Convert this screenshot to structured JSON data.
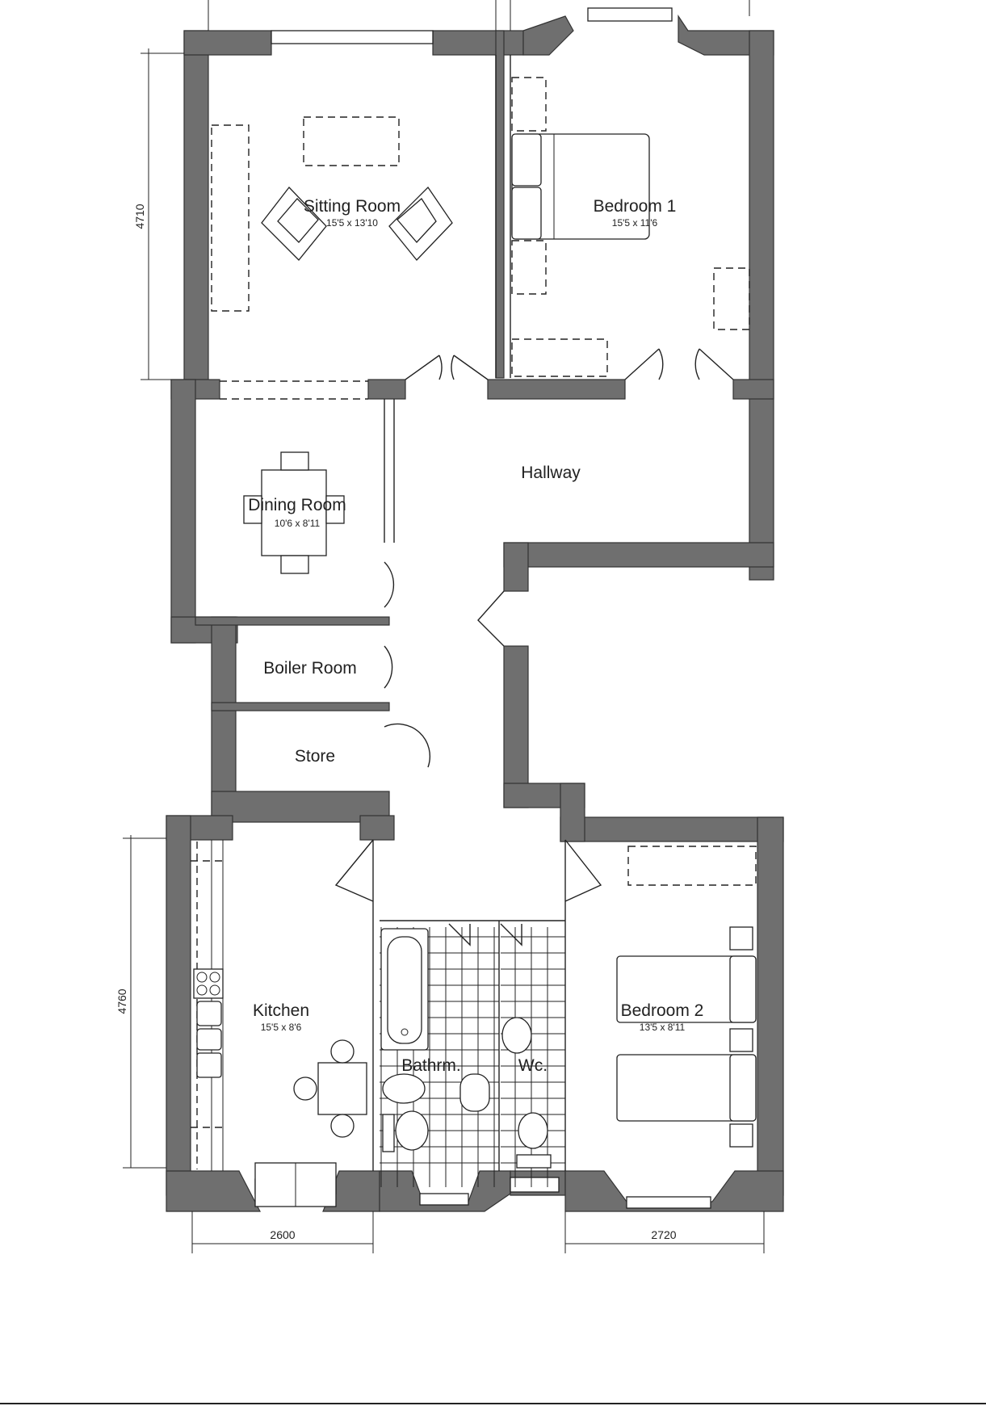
{
  "rooms": {
    "sitting": {
      "name": "Sitting Room",
      "size": "15'5 x 13'10"
    },
    "bedroom1": {
      "name": "Bedroom 1",
      "size": "15'5 x 11'6"
    },
    "hallway": {
      "name": "Hallway"
    },
    "dining": {
      "name": "Dining Room",
      "size": "10'6 x 8'11"
    },
    "boiler": {
      "name": "Boiler Room"
    },
    "store": {
      "name": "Store"
    },
    "kitchen": {
      "name": "Kitchen",
      "size": "15'5 x 8'6"
    },
    "bathroom": {
      "name": "Bathrm."
    },
    "wc": {
      "name": "Wc."
    },
    "bedroom2": {
      "name": "Bedroom 2",
      "size": "13'5 x 8'11"
    }
  },
  "dimensions": {
    "top_height": "4710",
    "bottom_height": "4760",
    "kitchen_width": "2600",
    "bedroom2_width": "2720"
  },
  "colors": {
    "wall": "#6f6f6f",
    "line": "#222222",
    "background": "#ffffff"
  }
}
